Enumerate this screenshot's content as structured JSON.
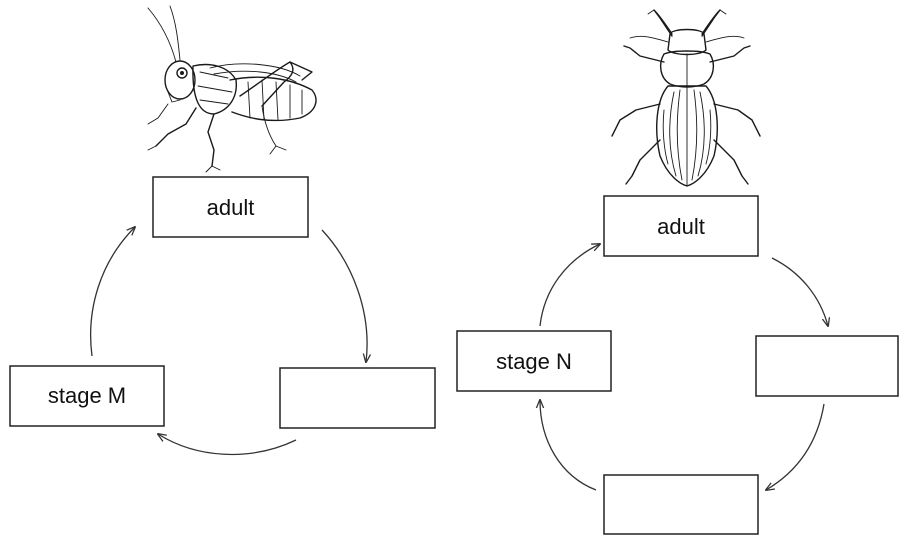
{
  "grasshopper_cycle": {
    "adult_label": "adult",
    "stage_m_label": "stage M",
    "blank_box_label": ""
  },
  "beetle_cycle": {
    "adult_label": "adult",
    "stage_n_label": "stage N",
    "blank_box_right_label": "",
    "blank_box_bottom_label": ""
  },
  "icons": {
    "left_insect": "grasshopper-icon",
    "right_insect": "beetle-icon"
  },
  "colors": {
    "line": "#222222",
    "background": "#ffffff"
  }
}
